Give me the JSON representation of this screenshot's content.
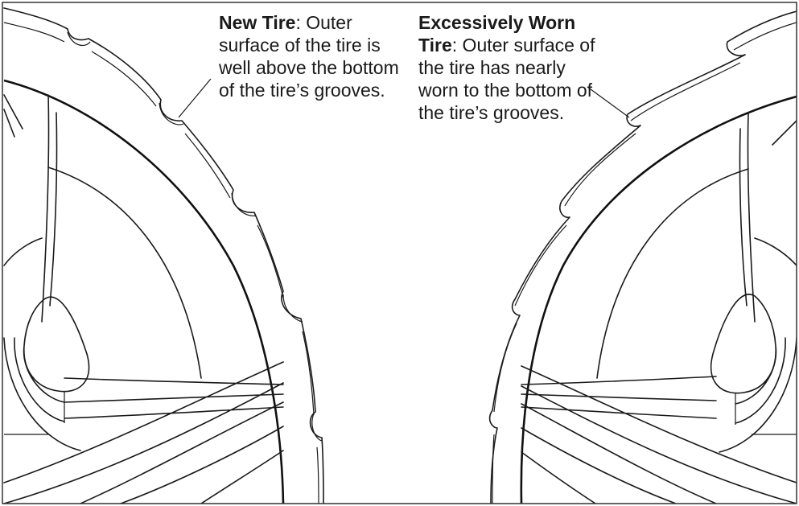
{
  "new_tire": {
    "title": "New Tire",
    "description": ": Outer surface of the tire is well above the bottom of the tire’s grooves."
  },
  "worn_tire": {
    "title": "Excessively Worn Tire",
    "description": ": Outer surface of the tire has nearly worn to the bottom of the tire’s grooves."
  },
  "colors": {
    "line": "#1a1a1a",
    "frame": "#333333",
    "background": "#ffffff"
  }
}
